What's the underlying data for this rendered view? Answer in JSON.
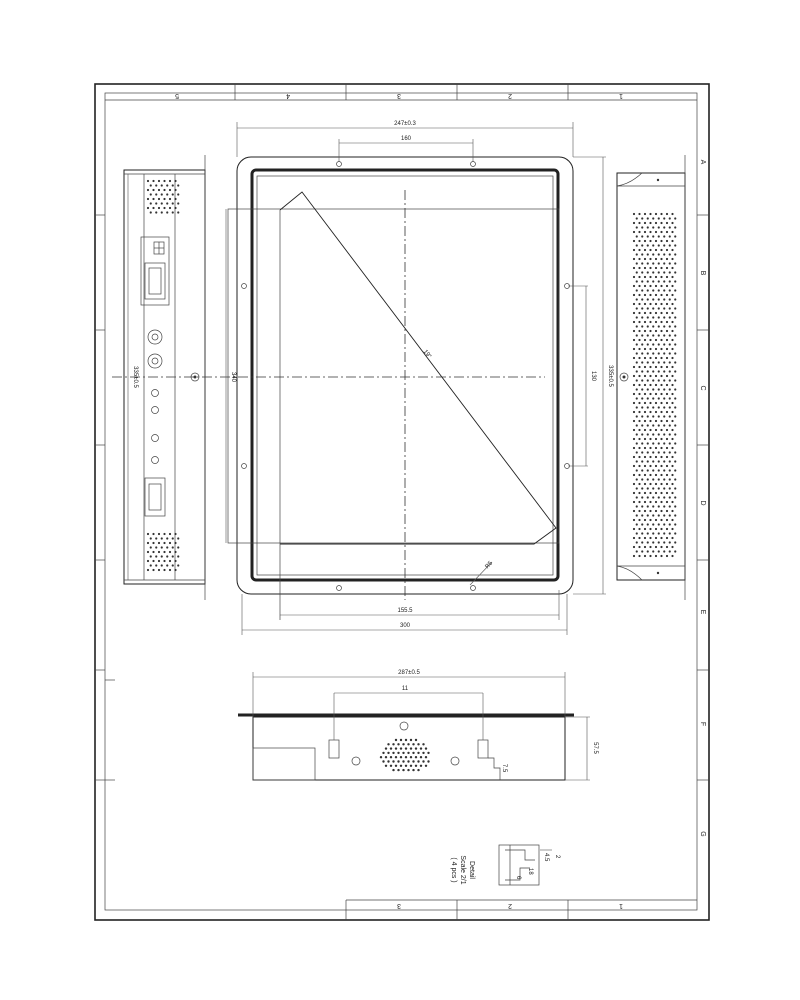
{
  "border": {
    "top_zones": [
      "5",
      "4",
      "3",
      "2",
      "1"
    ],
    "bottom_zones": [
      "3",
      "2",
      "1"
    ],
    "side_letters": [
      "A",
      "B",
      "C",
      "D",
      "E",
      "F",
      "G"
    ]
  },
  "front_view": {
    "dim_overall_width": "247±0.3",
    "dim_top_holes": "160",
    "dim_height": "340",
    "dim_side_holes": "130",
    "dim_side_right": "335±0.5",
    "dim_diagonal": "19\"",
    "dim_bottom_inner": "155.5",
    "dim_bottom_outer": "300",
    "dim_corner": "R5"
  },
  "bottom_view": {
    "dim_width": "287±0.5",
    "dim_depth": "57.5",
    "dim_spacing": "11",
    "dim_small": "7.5"
  },
  "side_view_left": {
    "dim_height": "335±0.5"
  },
  "detail": {
    "title": "Detail",
    "scale": "Scale 2/1",
    "qty": "( 4 pcs )",
    "dim_a": "2",
    "dim_b": "4.5",
    "dim_c": "18",
    "dim_d": "6"
  }
}
